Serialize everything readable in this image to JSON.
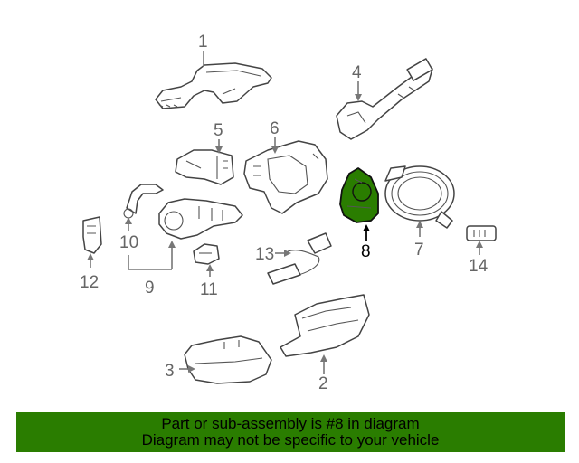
{
  "highlight_color": "#2a7d00",
  "banner_color": "#2a7d00",
  "parts": [
    {
      "id": "part-1",
      "label": "1"
    },
    {
      "id": "part-2",
      "label": "2"
    },
    {
      "id": "part-3",
      "label": "3"
    },
    {
      "id": "part-4",
      "label": "4"
    },
    {
      "id": "part-5",
      "label": "5"
    },
    {
      "id": "part-6",
      "label": "6"
    },
    {
      "id": "part-7",
      "label": "7"
    },
    {
      "id": "part-8",
      "label": "8",
      "highlighted": true
    },
    {
      "id": "part-9",
      "label": "9"
    },
    {
      "id": "part-10",
      "label": "10"
    },
    {
      "id": "part-11",
      "label": "11"
    },
    {
      "id": "part-12",
      "label": "12"
    },
    {
      "id": "part-13",
      "label": "13"
    },
    {
      "id": "part-14",
      "label": "14"
    }
  ],
  "banner": {
    "line1": "Part or sub-assembly is #8 in diagram",
    "line2": "Diagram may not be specific to your vehicle"
  }
}
